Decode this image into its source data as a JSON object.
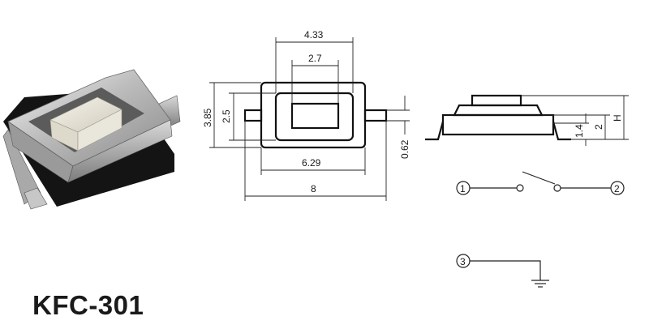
{
  "title": "KFC-301",
  "top_view": {
    "dims": {
      "w433": "4.33",
      "w27": "2.7",
      "w629": "6.29",
      "w8": "8",
      "h385": "3.85",
      "h25": "2.5",
      "h062": "0.62"
    }
  },
  "side_view": {
    "dims": {
      "h14": "1.4",
      "h2": "2",
      "hH": "H"
    }
  },
  "schematic": {
    "terminals": {
      "t1": "1",
      "t2": "2",
      "t3": "3"
    }
  }
}
